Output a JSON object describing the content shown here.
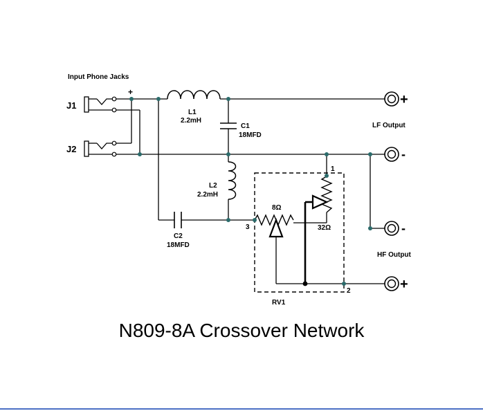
{
  "labels": {
    "input_phone_jacks": "Input Phone Jacks",
    "j1": "J1",
    "j2": "J2",
    "plus_input": "+",
    "l1": "L1",
    "l1_value": "2.2mH",
    "c1": "C1",
    "c1_value": "18MFD",
    "l2": "L2",
    "l2_value": "2.2mH",
    "c2": "C2",
    "c2_value": "18MFD",
    "r_8": "8Ω",
    "r_32": "32Ω",
    "pin_1": "1",
    "pin_2": "2",
    "pin_3": "3",
    "rv1": "RV1",
    "lf_output": "LF Output",
    "hf_output": "HF Output",
    "lf_plus": "+",
    "lf_minus": "-",
    "hf_minus": "-",
    "hf_plus": "+"
  },
  "title": "N809-8A Crossover Network"
}
